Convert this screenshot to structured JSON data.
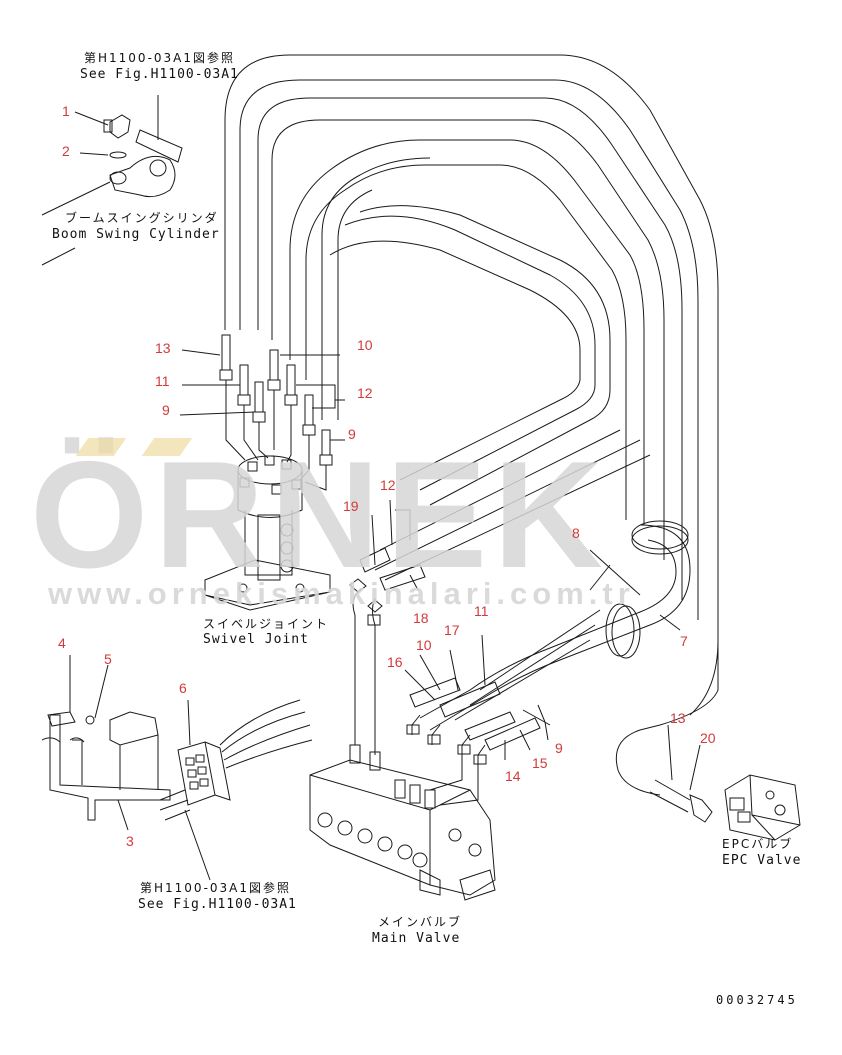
{
  "colors": {
    "line": "#1a1a1a",
    "callout": "#d13b3b",
    "watermark": "#d7d7d7",
    "watermark_accent": "#f0dba0"
  },
  "watermark": {
    "brand": "ÖRNEK",
    "url": "www.ornekismakinalari.com.tr"
  },
  "references": {
    "top_jp": "第H1100-03A1図参照",
    "top_en": "See Fig.H1100-03A1",
    "bottom_jp": "第H1100-03A1図参照",
    "bottom_en": "See Fig.H1100-03A1"
  },
  "components": {
    "boom_swing_jp": "ブームスイングシリンダ",
    "boom_swing_en": "Boom Swing Cylinder",
    "swivel_jp": "スイベルジョイント",
    "swivel_en": "Swivel Joint",
    "main_valve_jp": "メインバルブ",
    "main_valve_en": "Main Valve",
    "epc_jp": "EPCバルブ",
    "epc_en": "EPC Valve"
  },
  "drawing_number": "00032745",
  "callouts": [
    {
      "id": "c1",
      "text": "1"
    },
    {
      "id": "c2",
      "text": "2"
    },
    {
      "id": "c13a",
      "text": "13"
    },
    {
      "id": "c10a",
      "text": "10"
    },
    {
      "id": "c11a",
      "text": "11"
    },
    {
      "id": "c12a",
      "text": "12"
    },
    {
      "id": "c9a",
      "text": "9"
    },
    {
      "id": "c9b",
      "text": "9"
    },
    {
      "id": "c19",
      "text": "19"
    },
    {
      "id": "c12b",
      "text": "12"
    },
    {
      "id": "c8",
      "text": "8"
    },
    {
      "id": "c18",
      "text": "18"
    },
    {
      "id": "c7",
      "text": "7"
    },
    {
      "id": "c4",
      "text": "4"
    },
    {
      "id": "c5",
      "text": "5"
    },
    {
      "id": "c6",
      "text": "6"
    },
    {
      "id": "c10b",
      "text": "10"
    },
    {
      "id": "c17",
      "text": "17"
    },
    {
      "id": "c11b",
      "text": "11"
    },
    {
      "id": "c16",
      "text": "16"
    },
    {
      "id": "c13b",
      "text": "13"
    },
    {
      "id": "c20",
      "text": "20"
    },
    {
      "id": "c9c",
      "text": "9"
    },
    {
      "id": "c15",
      "text": "15"
    },
    {
      "id": "c14",
      "text": "14"
    },
    {
      "id": "c3",
      "text": "3"
    }
  ]
}
